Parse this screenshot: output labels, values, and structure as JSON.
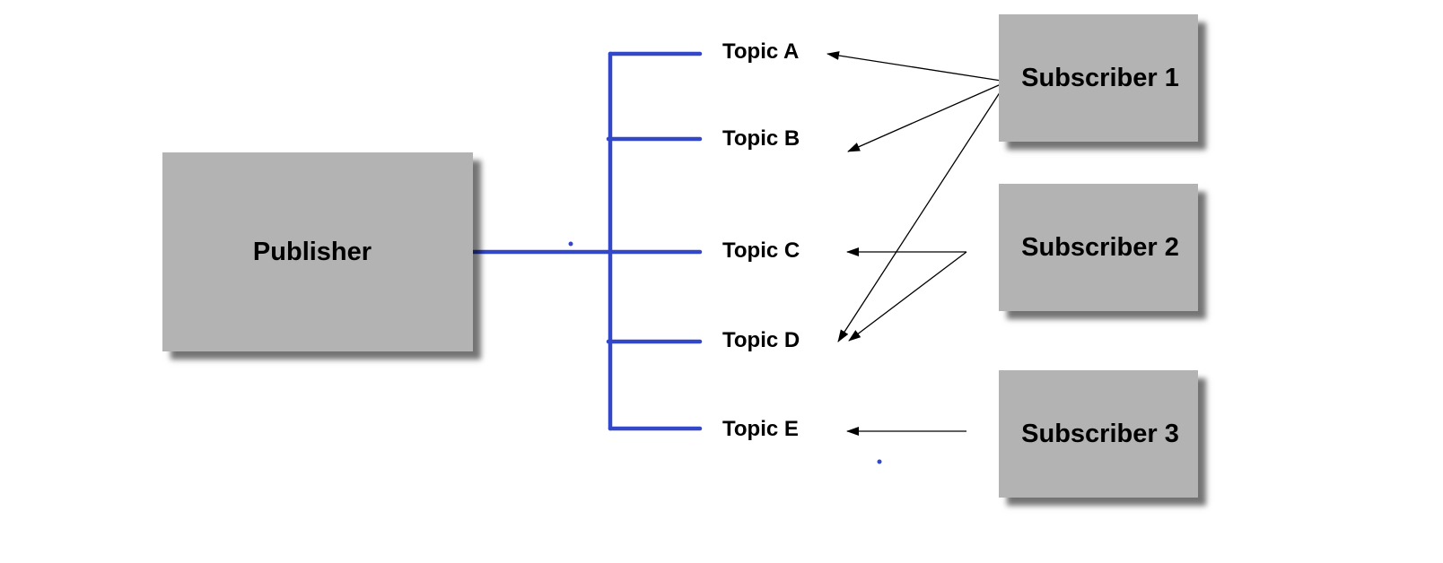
{
  "publisher": {
    "label": "Publisher"
  },
  "topics": [
    {
      "label": "Topic A"
    },
    {
      "label": "Topic B"
    },
    {
      "label": "Topic C"
    },
    {
      "label": "Topic D"
    },
    {
      "label": "Topic E"
    }
  ],
  "subscribers": [
    {
      "label": "Subscriber 1",
      "subscribes_to": [
        "Topic A",
        "Topic B",
        "Topic D"
      ]
    },
    {
      "label": "Subscriber 2",
      "subscribes_to": [
        "Topic C",
        "Topic D"
      ]
    },
    {
      "label": "Subscriber 3",
      "subscribes_to": [
        "Topic E"
      ]
    }
  ],
  "colors": {
    "box_fill": "#b3b3b3",
    "bus_line": "#3347c9",
    "arrow": "#000000"
  }
}
